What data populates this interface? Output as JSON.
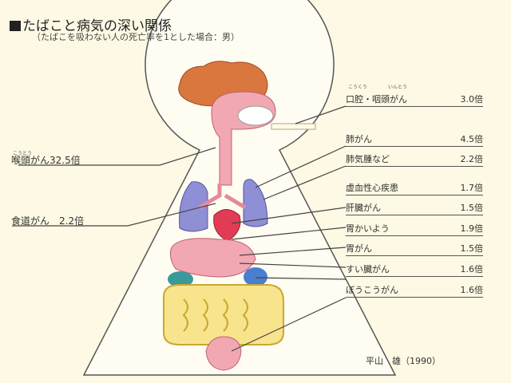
{
  "title": "たばこと病気の深い関係",
  "subtitle": "（たばこを吸わない人の死亡率を1とした場合：男）",
  "right_labels": [
    {
      "name": "口腔・咽頭がん",
      "value": "3.0倍",
      "ruby1": "こうくう",
      "ruby2": "いんとう"
    },
    {
      "name": "肺がん",
      "value": "4.5倍"
    },
    {
      "name": "肺気腫など",
      "value": "2.2倍"
    },
    {
      "name": "虚血性心疾患",
      "value": "1.7倍"
    },
    {
      "name": "肝臓がん",
      "value": "1.5倍"
    },
    {
      "name": "胃かいよう",
      "value": "1.9倍"
    },
    {
      "name": "胃がん",
      "value": "1.5倍"
    },
    {
      "name": "すい臓がん",
      "value": "1.6倍"
    },
    {
      "name": "ぼうこうがん",
      "value": "1.6倍"
    }
  ],
  "left_labels": [
    {
      "name": "喉頭がん",
      "value": "32.5倍",
      "ruby": "こうとう"
    },
    {
      "name": "食道がん",
      "value": "2.2倍"
    }
  ],
  "source": "平山　雄（1990）"
}
